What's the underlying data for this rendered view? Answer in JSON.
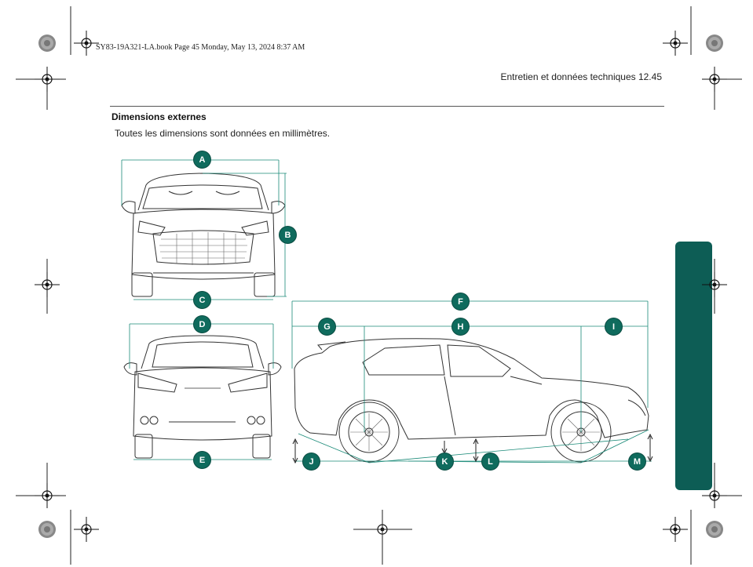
{
  "slug": "SY83-19A321-LA.book  Page 45  Monday, May 13, 2024  8:37 AM",
  "header": {
    "section": "Entretien et données techniques 12.45"
  },
  "content": {
    "title": "Dimensions externes",
    "subtitle": "Toutes les dimensions sont données en millimètres."
  },
  "badges": [
    "A",
    "B",
    "C",
    "D",
    "E",
    "F",
    "G",
    "H",
    "I",
    "J",
    "K",
    "L",
    "M"
  ],
  "colors": {
    "accent": "#0f6b5d",
    "tab": "#0d5d55"
  }
}
